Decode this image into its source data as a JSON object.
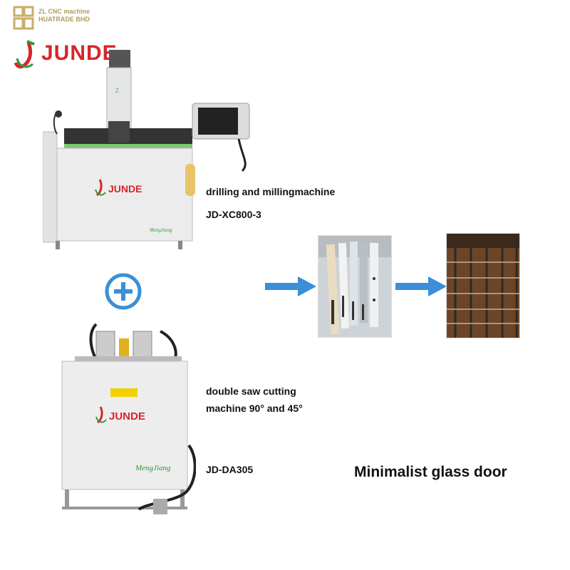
{
  "brand": {
    "zl_line1": "ZL CNC machine",
    "zl_line2": "HUATRADE BHD",
    "junde_logo": "JUNDE",
    "machine_logo": "JUNDE",
    "machine_script": "MengJiang",
    "brand_red": "#d6262b",
    "brand_green": "#2e9a3c",
    "gold": "#b59a5a"
  },
  "machine1": {
    "title": "drilling and millingmachine",
    "model": "JD-XC800-3"
  },
  "machine2": {
    "title_line1": "double saw cutting",
    "title_line2": "machine 90° and 45°",
    "model": "JD-DA305"
  },
  "plus_icon": "plus-circle-icon",
  "arrow_color": "#3a8fd8",
  "result_label": "Minimalist glass door"
}
